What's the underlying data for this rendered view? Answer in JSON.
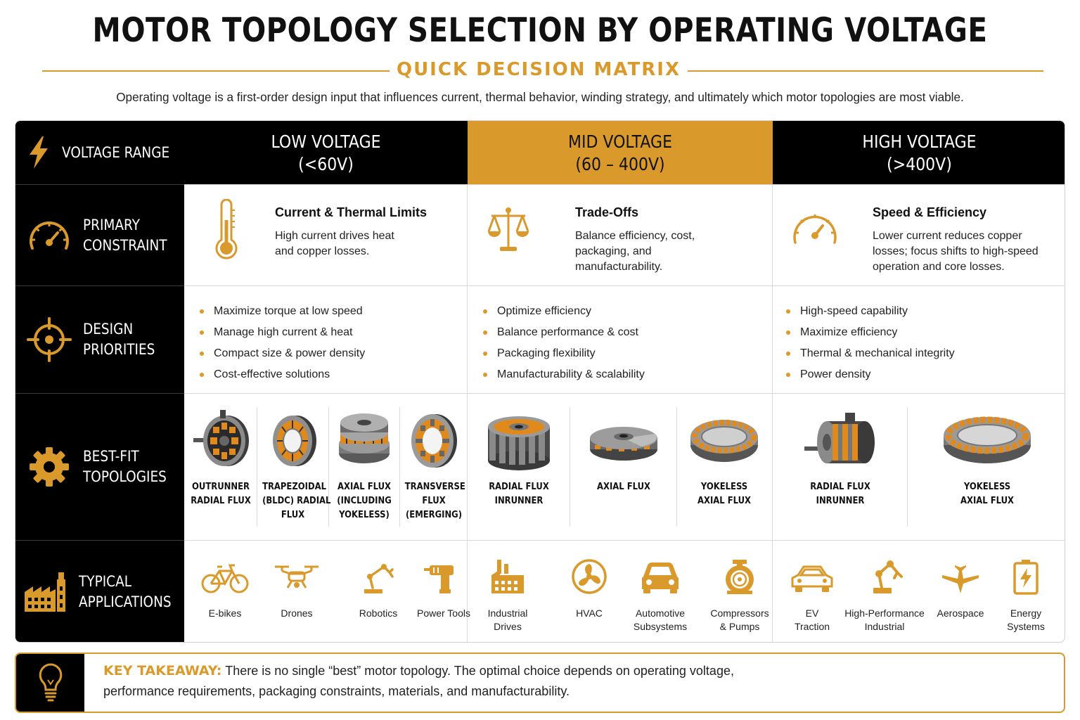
{
  "title": "MOTOR TOPOLOGY SELECTION BY OPERATING VOLTAGE",
  "subtitle": "QUICK DECISION MATRIX",
  "intro": "Operating voltage is a first-order design input that influences current, thermal behavior, winding strategy, and ultimately which motor topologies are most viable.",
  "row_labels": {
    "voltage_range": "VOLTAGE RANGE",
    "primary_constraint": [
      "PRIMARY",
      "CONSTRAINT"
    ],
    "design_priorities": [
      "DESIGN",
      "PRIORITIES"
    ],
    "best_fit_topologies": [
      "BEST-FIT",
      "TOPOLOGIES"
    ],
    "typical_applications": [
      "TYPICAL",
      "APPLICATIONS"
    ]
  },
  "columns": {
    "low": {
      "header": [
        "LOW VOLTAGE",
        "(<60V)"
      ],
      "constraint": {
        "title": "Current & Thermal Limits",
        "body": [
          "High current drives heat",
          "and copper losses."
        ]
      },
      "priorities": [
        "Maximize torque at low speed",
        "Manage high current & heat",
        "Compact size & power density",
        "Cost-effective solutions"
      ],
      "topologies": [
        [
          "OUTRUNNER",
          "RADIAL FLUX"
        ],
        [
          "TRAPEZOIDAL",
          "(BLDC) RADIAL",
          "FLUX"
        ],
        [
          "AXIAL FLUX",
          "(INCLUDING",
          "YOKELESS)"
        ],
        [
          "TRANSVERSE",
          "FLUX",
          "(EMERGING)"
        ]
      ],
      "applications": [
        [
          "E-bikes"
        ],
        [
          "Drones"
        ],
        [
          "Robotics"
        ],
        [
          "Power Tools"
        ]
      ]
    },
    "mid": {
      "header": [
        "MID VOLTAGE",
        "(60 – 400V)"
      ],
      "constraint": {
        "title": "Trade-Offs",
        "body": [
          "Balance efficiency, cost,",
          "packaging, and",
          "manufacturability."
        ]
      },
      "priorities": [
        "Optimize efficiency",
        "Balance performance & cost",
        "Packaging flexibility",
        "Manufacturability & scalability"
      ],
      "topologies": [
        [
          "RADIAL FLUX",
          "INRUNNER"
        ],
        [
          "AXIAL FLUX"
        ],
        [
          "YOKELESS",
          "AXIAL FLUX"
        ]
      ],
      "applications": [
        [
          "Industrial",
          "Drives"
        ],
        [
          "HVAC"
        ],
        [
          "Automotive",
          "Subsystems"
        ],
        [
          "Compressors",
          "& Pumps"
        ]
      ]
    },
    "high": {
      "header": [
        "HIGH VOLTAGE",
        "(>400V)"
      ],
      "constraint": {
        "title": "Speed & Efficiency",
        "body": [
          "Lower current reduces copper",
          "losses; focus shifts to high-speed",
          "operation and core losses."
        ]
      },
      "priorities": [
        "High-speed capability",
        "Maximize efficiency",
        "Thermal & mechanical integrity",
        "Power density"
      ],
      "topologies": [
        [
          "RADIAL FLUX",
          "INRUNNER"
        ],
        [
          "YOKELESS",
          "AXIAL FLUX"
        ]
      ],
      "applications": [
        [
          "EV",
          "Traction"
        ],
        [
          "High-Performance",
          "Industrial"
        ],
        [
          "Aerospace"
        ],
        [
          "Energy",
          "Systems"
        ]
      ]
    }
  },
  "takeaway": {
    "head": "KEY TAKEAWAY:",
    "line1": "There is no single “best” motor topology. The optimal choice depends on operating voltage,",
    "line2": "performance requirements, packaging constraints, materials, and manufacturability."
  },
  "colors": {
    "accent": "#d99a2b",
    "dark": "#000000",
    "copper": "#e08a1e",
    "steel": "#6f6f6f"
  }
}
